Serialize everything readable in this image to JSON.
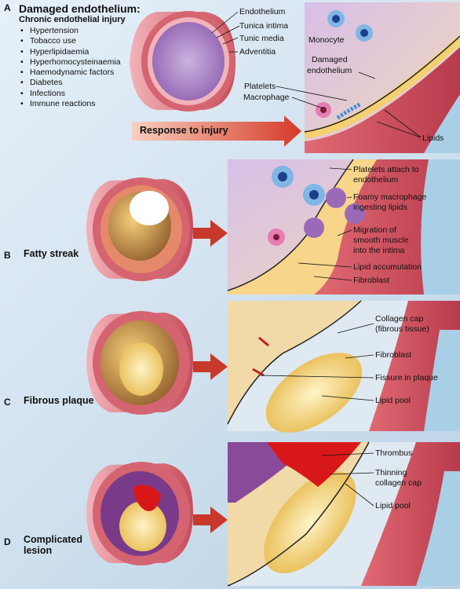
{
  "panelA": {
    "letter": "A",
    "title": "Damaged endothelium:",
    "subtitle": "Chronic endothelial injury",
    "risk_factors": [
      "Hypertension",
      "Tobacco use",
      "Hyperlipidaemia",
      "Hyperhomocysteinaemia",
      "Haemodynamic factors",
      "Diabetes",
      "Infections",
      "Immune reactions"
    ],
    "wall_labels": [
      "Endothelium",
      "Tunica intima",
      "Tunic media",
      "Adventitia"
    ],
    "inset_labels": {
      "monocyte": "Monocyte",
      "damaged1": "Damaged",
      "damaged2": "endothelium",
      "platelets": "Platelets",
      "macrophage": "Macrophage",
      "lipids": "Lipids"
    },
    "arrow_text": "Response to injury"
  },
  "panelB": {
    "letter": "B",
    "stage": "Fatty streak",
    "labels": [
      "Platelets attach to",
      "endothelium",
      "Foamy macrophage",
      "ingesting lipids",
      "Migration of",
      "smooth muscle",
      "into the intima",
      "Lipid accumulation",
      "Fibroblast"
    ]
  },
  "panelC": {
    "letter": "C",
    "stage": "Fibrous plaque",
    "labels": [
      "Collagen cap",
      "(fibrous tissue)",
      "Fibroblast",
      "Fissure in plaque",
      "Lipid pool"
    ]
  },
  "panelD": {
    "letter": "D",
    "stage1": "Complicated",
    "stage2": "lesion",
    "labels": [
      "Thrombus",
      "Thinning",
      "collagen cap",
      "Lipid pool"
    ]
  },
  "colors": {
    "vessel_wall": "#d8606e",
    "lumen": "#b58ad0",
    "lipid": "#f4d070",
    "thrombus": "#d81818",
    "arrow": "#c8392b",
    "background": "#cfe0ee"
  }
}
